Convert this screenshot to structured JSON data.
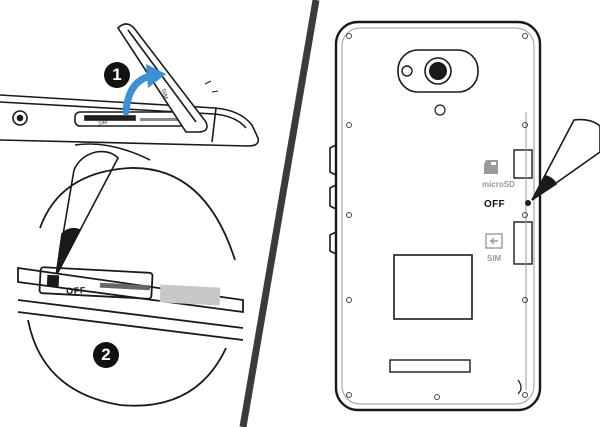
{
  "labels": {
    "off_right": "OFF",
    "off_zoom": "OFF",
    "microsd": "microSD",
    "sim": "SIM",
    "sim_tiny": "SIM",
    "microsd_tiny": "SIM"
  },
  "steps": {
    "one": "1",
    "two": "2"
  },
  "colors": {
    "outline": "#1a1a1a",
    "divider": "#3b3b3b",
    "arrow": "#3d8fd6",
    "label_gray": "#9a9a9a"
  },
  "icons": {
    "stylus": "pen-tip",
    "arrow": "curved-arrow",
    "microsd_slot": "microsd-card-icon",
    "sim_slot": "sim-card-icon"
  }
}
